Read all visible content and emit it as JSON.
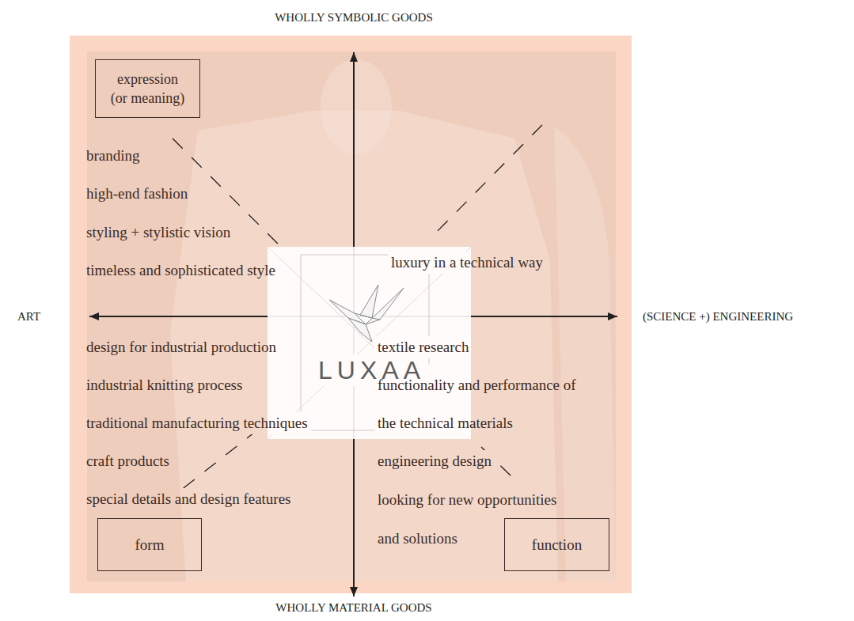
{
  "diagram": {
    "nodes": [
      {
        "text": [
          "expression (or meaning)"
        ]
      },
      {
        "text": [
          "LUXAA"
        ]
      },
      {
        "text": [
          "form"
        ]
      },
      {
        "text": [
          "function"
        ]
      }
    ],
    "labels": [
      "WHOLLY SYMBOLIC GOODS",
      "branding",
      "high-end fashion",
      "styling + stylistic vision",
      "timeless and sophisticated style",
      "luxury in a technical way",
      "ART",
      "(SCIENCE +) ENGINEERING",
      "design for industrial production",
      "textile research",
      "industrial knitting process",
      "functionality and performance of the technical materials",
      "traditional manufacturing techniques",
      "craft products",
      "engineering design",
      "special details and design features",
      "looking for new opportunities and solutions",
      "WHOLLY MATERIAL GOODS"
    ]
  }
}
